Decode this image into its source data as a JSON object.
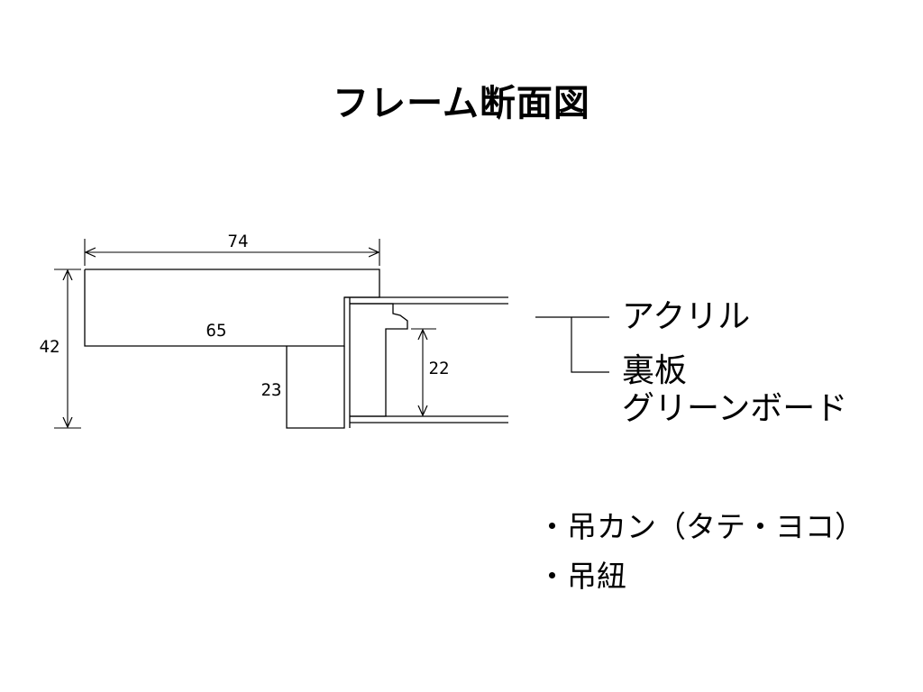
{
  "title": "フレーム断面図",
  "dimensions": {
    "width_top": "74",
    "height_total": "42",
    "inner_width": "65",
    "lip_height": "23",
    "inner_depth": "22"
  },
  "legend": {
    "acrylic": "アクリル",
    "back_board": "裏板",
    "green_board": "グリーンボード"
  },
  "notes": [
    "・吊カン（タテ・ヨコ）",
    "・吊紐"
  ]
}
